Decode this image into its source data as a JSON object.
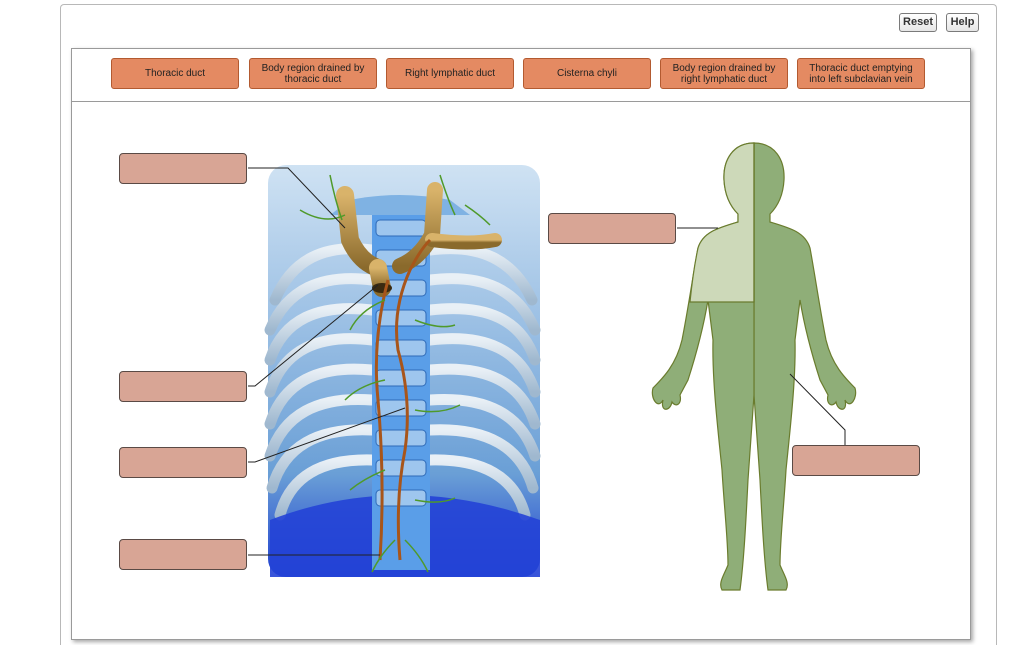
{
  "toolbar": {
    "reset_label": "Reset",
    "help_label": "Help"
  },
  "label_bank": [
    {
      "text": "Thoracic duct"
    },
    {
      "text": "Body region drained by thoracic duct"
    },
    {
      "text": "Right lymphatic duct"
    },
    {
      "text": "Cisterna chyli"
    },
    {
      "text": "Body region drained by right lymphatic duct"
    },
    {
      "text": "Thoracic duct emptying into left subclavian vein"
    }
  ],
  "colors": {
    "label_fill": "#e48a62",
    "target_fill": "#d8a595",
    "body_dark": "#8fae78",
    "body_light": "#cdd9b9"
  }
}
